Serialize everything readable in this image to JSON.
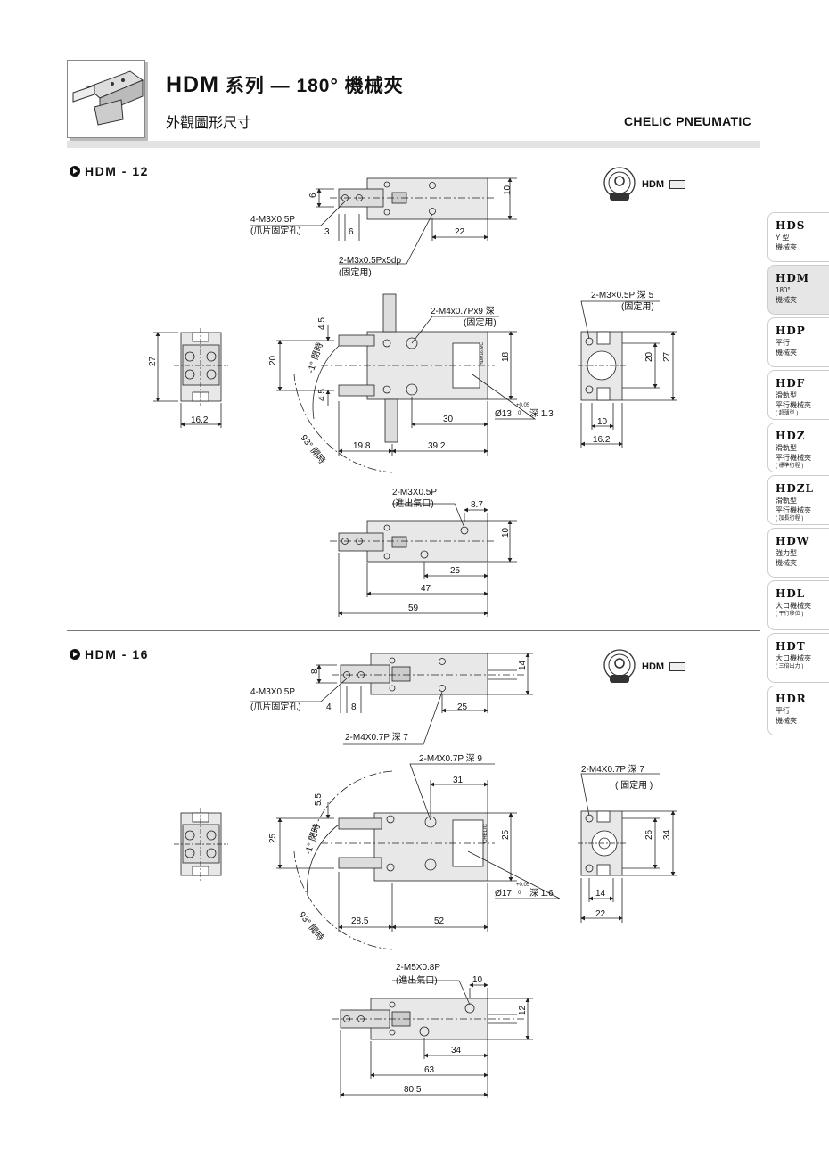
{
  "header": {
    "title_model": "HDM",
    "title_series": " 系列 — 180° 機械夾",
    "subtitle": "外觀圖形尺寸",
    "brand": "CHELIC PNEUMATIC"
  },
  "sections": [
    {
      "name": "HDM - 12",
      "logo_label": "HDM",
      "top_view": {
        "note_a": "4-M3X0.5P",
        "note_b": "(爪片固定孔)",
        "note_c": "2-M3x0.5Px5dp",
        "note_d": "(固定用)",
        "d1": "6",
        "d2": "3",
        "d3": "6",
        "d4": "22",
        "d5": "10"
      },
      "front_view": {
        "note_a": "2-M4x0.7Px9 深",
        "note_b": "(固定用)",
        "d1": "4.5",
        "d2": "4.5",
        "d3": "20",
        "d4": "18",
        "d5": "30",
        "d6": "19.8",
        "d7": "39.2",
        "angle_a": "-1° 閉時",
        "angle_b": "93° 開時",
        "bore": "Ø13",
        "tol": "+0.05",
        "tol2": "0",
        "depth": "深 1.3",
        "plate": "HDM16.MC"
      },
      "side_view": {
        "d1": "27",
        "d2": "16.2"
      },
      "end_view": {
        "note_a": "2-M3×0.5P 深 5",
        "note_b": "(固定用)",
        "d1": "20",
        "d2": "27",
        "d3": "10",
        "d4": "16.2"
      },
      "bottom_view": {
        "note_a": "2-M3X0.5P",
        "note_b": "(進出氣口)",
        "d1": "8.7",
        "d2": "10",
        "d3": "25",
        "d4": "47",
        "d5": "59"
      }
    },
    {
      "name": "HDM - 16",
      "logo_label": "HDM",
      "top_view": {
        "note_a": "4-M3X0.5P",
        "note_b": "(爪片固定孔)",
        "note_c": "2-M4X0.7P 深 7",
        "d1": "8",
        "d2": "4",
        "d3": "8",
        "d4": "25",
        "d5": "14"
      },
      "front_view": {
        "note_a": "2-M4X0.7P 深 9",
        "d1": "5.5",
        "d2": "25",
        "d3": "31",
        "d4": "25",
        "d5": "28.5",
        "d6": "52",
        "angle_a": "-1° 閉時",
        "angle_b": "93° 開時",
        "bore": "Ø17",
        "tol": "+0.05",
        "tol2": "0",
        "depth": "深 1.6",
        "plate": "CHELIC"
      },
      "end_view": {
        "note_a": "2-M4X0.7P 深 7",
        "note_b": "( 固定用 )",
        "d1": "26",
        "d2": "34",
        "d3": "14",
        "d4": "22"
      },
      "bottom_view": {
        "note_a": "2-M5X0.8P",
        "note_b": "(進出氣口)",
        "d1": "10",
        "d2": "12",
        "d3": "34",
        "d4": "63",
        "d5": "80.5"
      }
    }
  ],
  "sidebar": [
    {
      "code": "HDS",
      "l1": "Y 型",
      "l2": "機械夾",
      "l3": ""
    },
    {
      "code": "HDM",
      "l1": "180°",
      "l2": "機械夾",
      "l3": ""
    },
    {
      "code": "HDP",
      "l1": "平行",
      "l2": "機械夾",
      "l3": ""
    },
    {
      "code": "HDF",
      "l1": "滑軌型",
      "l2": "平行機械夾",
      "l3": "( 超薄型 )"
    },
    {
      "code": "HDZ",
      "l1": "滑軌型",
      "l2": "平行機械夾",
      "l3": "( 標準行程 )"
    },
    {
      "code": "HDZL",
      "l1": "滑軌型",
      "l2": "平行機械夾",
      "l3": "( 加長行程 )"
    },
    {
      "code": "HDW",
      "l1": "強力型",
      "l2": "機械夾",
      "l3": ""
    },
    {
      "code": "HDL",
      "l1": "大口機械夾",
      "l2": "( 平行移位 )",
      "l3": ""
    },
    {
      "code": "HDT",
      "l1": "大口機械夾",
      "l2": "( 三倍出力 )",
      "l3": ""
    },
    {
      "code": "HDR",
      "l1": "平行",
      "l2": "機械夾",
      "l3": ""
    }
  ],
  "colors": {
    "part_fill": "#e8e8e8",
    "line": "#222222",
    "tab_active": "#e6e6e6"
  }
}
